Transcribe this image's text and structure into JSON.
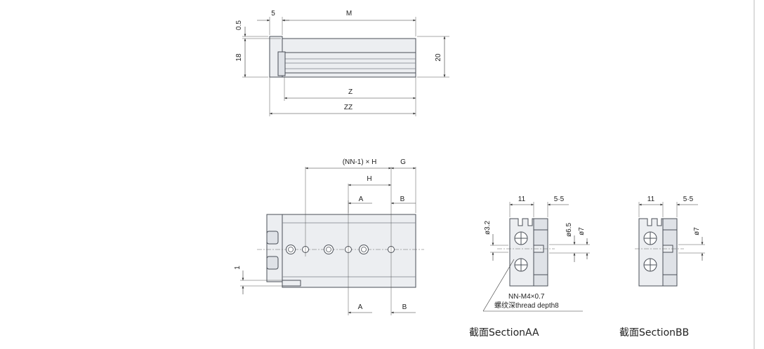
{
  "top_view": {
    "dim_05": "0.5",
    "dim_5": "5",
    "dim_M": "M",
    "dim_18": "18",
    "dim_20": "20",
    "dim_Z": "Z",
    "dim_ZZ": "ZZ"
  },
  "side_view": {
    "dim_nn1h": "(NN-1) × H",
    "dim_G": "G",
    "dim_H": "H",
    "dim_A_top": "A",
    "dim_B_top": "B",
    "dim_A_bottom": "A",
    "dim_B_bottom": "B",
    "dim_1": "1"
  },
  "section_aa": {
    "dim_11": "11",
    "dim_55": "5·5",
    "dim_32": "ø3.2",
    "dim_65": "ø6.5",
    "dim_7": "ø7",
    "thread": "NN-M4×0.7",
    "thread_depth": "螺纹深thread depth8",
    "caption": "截面SectionAA"
  },
  "section_bb": {
    "dim_11": "11",
    "dim_55": "5·5",
    "dim_7": "ø7",
    "caption": "截面SectionBB"
  }
}
